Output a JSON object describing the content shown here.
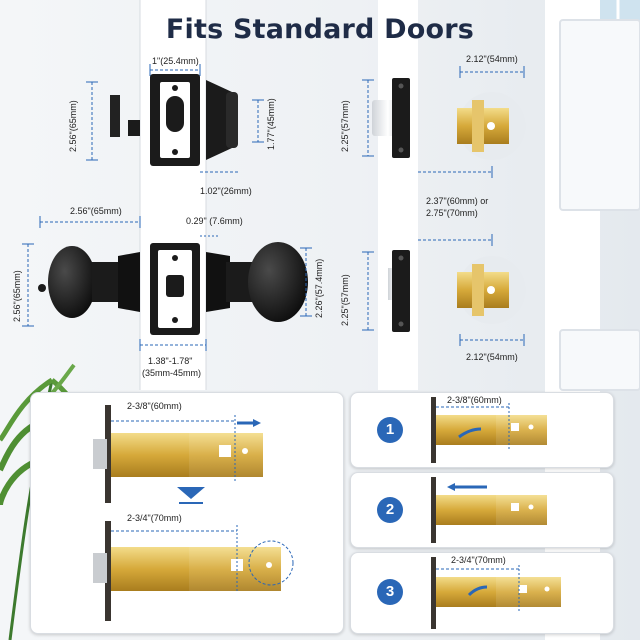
{
  "title": "Fits Standard Doors",
  "dimensions": {
    "deadbolt_bore": "1\"(25.4mm)",
    "deadbolt_height": "2.56\"(65mm)",
    "deadbolt_plate_height": "1.77\"(45mm)",
    "deadbolt_depth": "1.02\"(26mm)",
    "knob_projection": "2.56\"(65mm)",
    "rose_thickness": "0.29\" (7.6mm)",
    "knob_diameter": "2.56\"(65mm)",
    "knob_rose": "2.26\"(57.4mm)",
    "door_thickness_line1": "1.38\"-1.78\"",
    "door_thickness_line2": "(35mm-45mm)",
    "strike_top_height": "2.25\"(57mm)",
    "strike_bottom_height": "2.25\"(57mm)",
    "faceplate_top_width": "2.12\"(54mm)",
    "faceplate_bottom_width": "2.12\"(54mm)",
    "backset_line1": "2.37\"(60mm) or",
    "backset_line2": "2.75\"(70mm)"
  },
  "latch_panel": {
    "short_label": "2-3/8\"(60mm)",
    "long_label": "2-3/4\"(70mm)"
  },
  "steps": [
    {
      "number": "1",
      "label": "2-3/8\"(60mm)"
    },
    {
      "number": "2",
      "label": ""
    },
    {
      "number": "3",
      "label": "2-3/4\"(70mm)"
    }
  ],
  "colors": {
    "title": "#1f2c47",
    "dimension_line": "#2a67b7",
    "step_badge": "#2a67b7",
    "brass": "#d9b042",
    "hardware": "#1b1b1b"
  }
}
